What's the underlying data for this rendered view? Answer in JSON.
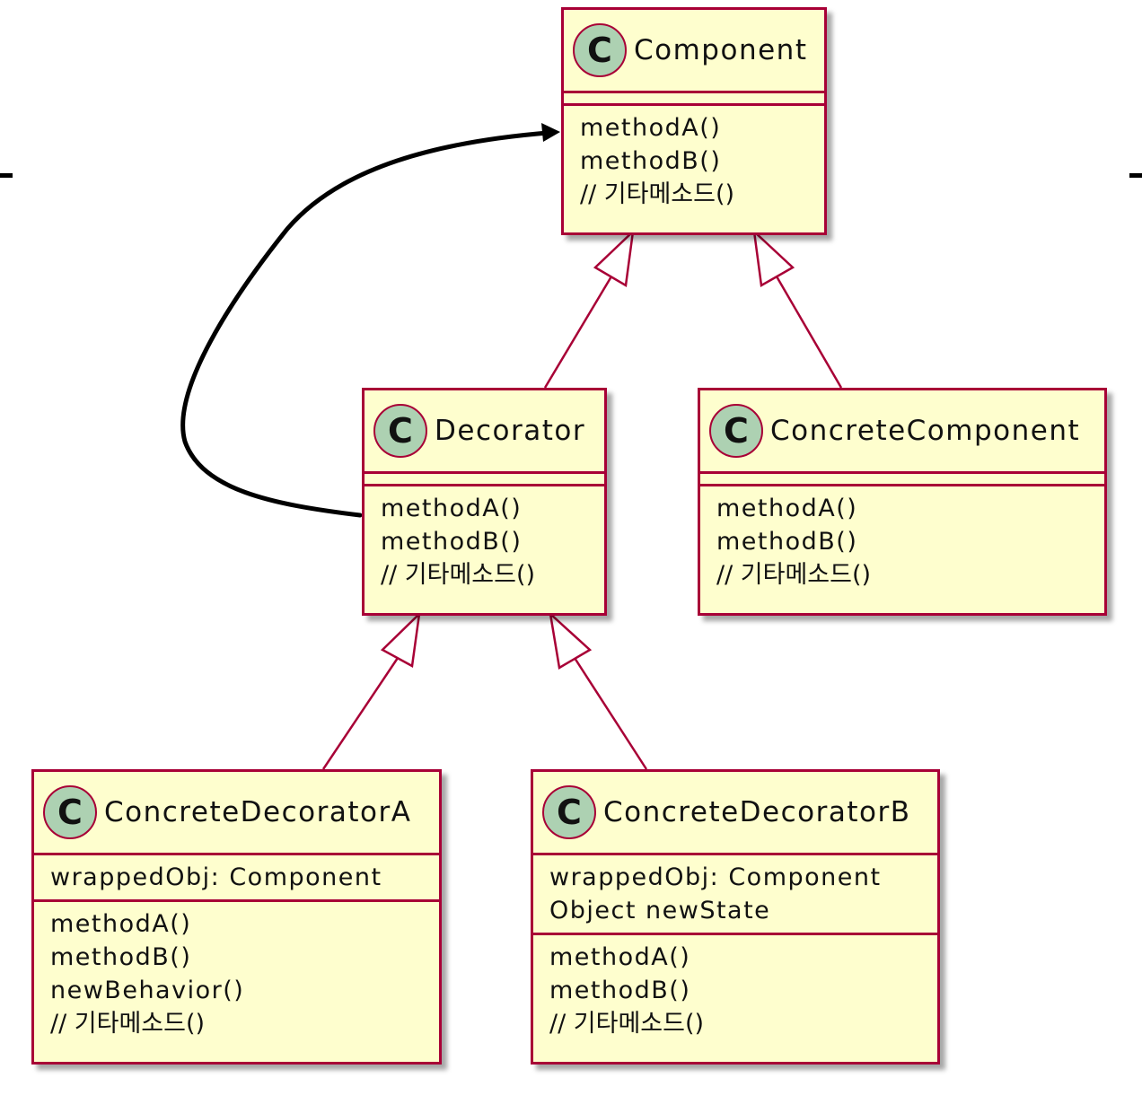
{
  "classes": {
    "component": {
      "stereotype": "C",
      "name": "Component",
      "fields": [],
      "methods": [
        "methodA()",
        "methodB()",
        "// 기타메소드()"
      ]
    },
    "decorator": {
      "stereotype": "C",
      "name": "Decorator",
      "fields": [],
      "methods": [
        "methodA()",
        "methodB()",
        "// 기타메소드()"
      ]
    },
    "concrete_component": {
      "stereotype": "C",
      "name": "ConcreteComponent",
      "fields": [],
      "methods": [
        "methodA()",
        "methodB()",
        "// 기타메소드()"
      ]
    },
    "concrete_decorator_a": {
      "stereotype": "C",
      "name": "ConcreteDecoratorA",
      "fields": [
        "wrappedObj: Component"
      ],
      "methods": [
        "methodA()",
        "methodB()",
        "newBehavior()",
        "// 기타메소드()"
      ]
    },
    "concrete_decorator_b": {
      "stereotype": "C",
      "name": "ConcreteDecoratorB",
      "fields": [
        "wrappedObj: Component",
        "Object newState"
      ],
      "methods": [
        "methodA()",
        "methodB()",
        "// 기타메소드()"
      ]
    }
  },
  "relations": [
    {
      "type": "inheritance",
      "from": "Decorator",
      "to": "Component"
    },
    {
      "type": "inheritance",
      "from": "ConcreteComponent",
      "to": "Component"
    },
    {
      "type": "inheritance",
      "from": "ConcreteDecoratorA",
      "to": "Decorator"
    },
    {
      "type": "inheritance",
      "from": "ConcreteDecoratorB",
      "to": "Decorator"
    },
    {
      "type": "association",
      "from": "Decorator",
      "to": "Component"
    }
  ],
  "colors": {
    "class_fill": "#FEFECE",
    "class_border": "#A80036",
    "badge_fill": "#ADD1B2",
    "association_line": "#000000"
  }
}
